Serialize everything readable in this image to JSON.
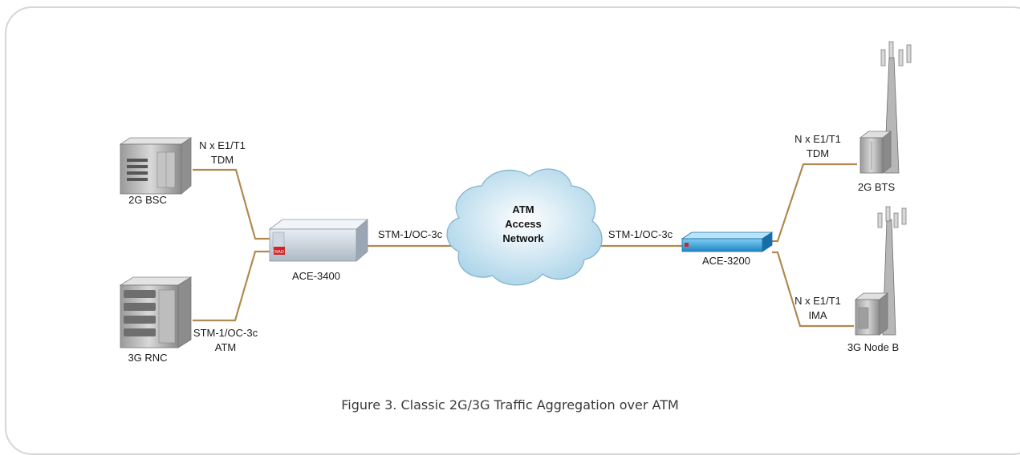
{
  "figure": {
    "caption": "Figure 3.  Classic 2G/3G Traffic Aggregation over ATM",
    "link_color": "#b08a52"
  },
  "devices": {
    "bsc": {
      "label": "2G BSC",
      "icon": "server-cabinet-icon"
    },
    "rnc": {
      "label": "3G RNC",
      "icon": "server-cabinet-icon"
    },
    "ace3400": {
      "label": "ACE-3400",
      "icon": "aggregator-chassis-icon",
      "badge": "RAD"
    },
    "ace3200": {
      "label": "ACE-3200",
      "icon": "rack-unit-icon",
      "color": "#2aa3e0"
    },
    "bts": {
      "label": "2G BTS",
      "icon": "cell-tower-icon"
    },
    "nodeb": {
      "label": "3G Node B",
      "icon": "cell-tower-icon"
    }
  },
  "cloud": {
    "line1": "ATM",
    "line2": "Access",
    "line3": "Network",
    "color": "#cfe6f2"
  },
  "links": {
    "bsc_line1": "N x E1/T1",
    "bsc_line2": "TDM",
    "rnc_line1": "STM-1/OC-3c",
    "rnc_line2": "ATM",
    "left_trunk": "STM-1/OC-3c",
    "right_trunk": "STM-1/OC-3c",
    "bts_line1": "N x E1/T1",
    "bts_line2": "TDM",
    "nodeb_line1": "N x E1/T1",
    "nodeb_line2": "IMA"
  }
}
